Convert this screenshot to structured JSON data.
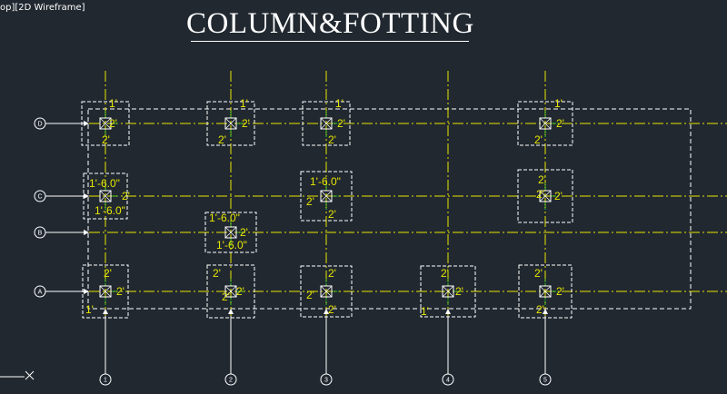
{
  "viewport": {
    "label": "op][2D Wireframe]"
  },
  "title": "COLUMN&FOTTING",
  "colors": {
    "background": "#212830",
    "grid_line": "#e6e600",
    "footing_outline": "#ffffff",
    "dimension": "#28c828",
    "text": "#e6e600"
  },
  "grid_rows": [
    {
      "label": "D"
    },
    {
      "label": "C"
    },
    {
      "label": "B"
    },
    {
      "label": "A"
    }
  ],
  "grid_columns": [
    {
      "label": "1"
    },
    {
      "label": "2"
    },
    {
      "label": "3"
    },
    {
      "label": "4"
    },
    {
      "label": "5"
    }
  ],
  "footings": [
    {
      "id": "D1",
      "labels": [
        "1'",
        "2'",
        "2'"
      ]
    },
    {
      "id": "D2",
      "labels": [
        "1'",
        "2'",
        "2'"
      ]
    },
    {
      "id": "D3",
      "labels": [
        "1'",
        "2'",
        "2'"
      ]
    },
    {
      "id": "D5",
      "labels": [
        "1'",
        "2'",
        "2'"
      ]
    },
    {
      "id": "C1",
      "labels": [
        "1'-6.0\"",
        "1'-6.0\"",
        "2'"
      ]
    },
    {
      "id": "C3",
      "labels": [
        "1'-6.0\"",
        "2'",
        "2'"
      ]
    },
    {
      "id": "C5",
      "labels": [
        "2'",
        "2'",
        "2'"
      ]
    },
    {
      "id": "B2",
      "labels": [
        "1'-6.0\"",
        "1'-6.0\"",
        "2'"
      ]
    },
    {
      "id": "A1",
      "labels": [
        "2'",
        "2'",
        "1'"
      ]
    },
    {
      "id": "A2",
      "labels": [
        "2'",
        "2'",
        "2'"
      ]
    },
    {
      "id": "A3",
      "labels": [
        "2'",
        "2'",
        "2'"
      ]
    },
    {
      "id": "A4",
      "labels": [
        "2'",
        "2'",
        "1'"
      ]
    },
    {
      "id": "A5",
      "labels": [
        "2'",
        "2'",
        "2'"
      ]
    }
  ]
}
